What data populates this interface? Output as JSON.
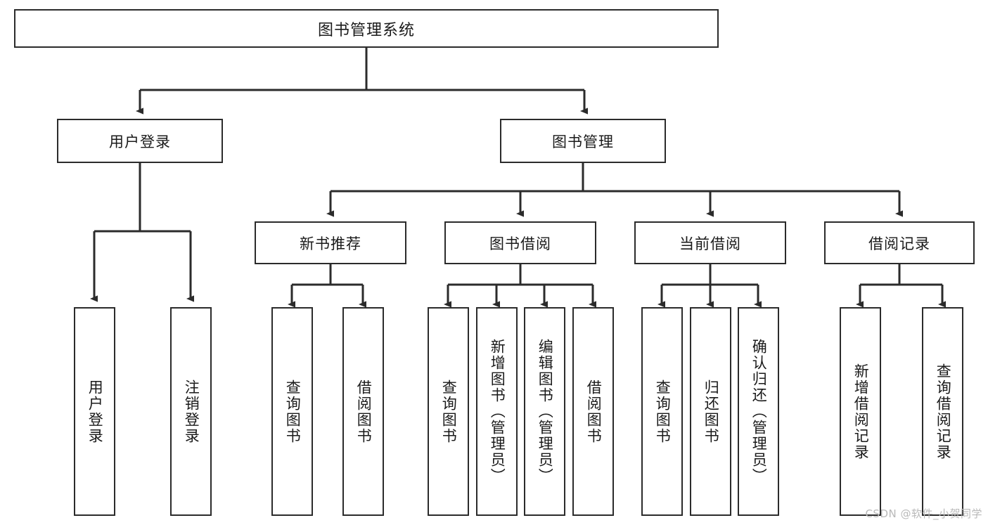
{
  "diagram": {
    "type": "tree-hierarchy-flowchart",
    "title": "图书管理系统",
    "orientation": "top-down",
    "watermark": "CSDN @软件_小贺同学",
    "colors": {
      "node_border": "#2b2b2b",
      "node_fill": "#ffffff",
      "connector": "#2b2b2b",
      "text": "#1a1a1a",
      "watermark": "#b9b9b9",
      "background": "#ffffff"
    },
    "nodes": {
      "root": {
        "label": "图书管理系统",
        "level": 1
      },
      "l2": [
        {
          "id": "user-login",
          "label": "用户登录",
          "level": 2
        },
        {
          "id": "book-management",
          "label": "图书管理",
          "level": 2
        }
      ],
      "l3": [
        {
          "id": "new-book-recommend",
          "label": "新书推荐",
          "level": 3,
          "parent": "book-management"
        },
        {
          "id": "book-borrow",
          "label": "图书借阅",
          "level": 3,
          "parent": "book-management"
        },
        {
          "id": "current-borrow",
          "label": "当前借阅",
          "level": 3,
          "parent": "book-management"
        },
        {
          "id": "borrow-record",
          "label": "借阅记录",
          "level": 3,
          "parent": "book-management"
        }
      ],
      "leaves": [
        {
          "id": "leaf-user-login",
          "label": "用户登录",
          "parent": "user-login"
        },
        {
          "id": "leaf-user-logout",
          "label": "注销登录",
          "parent": "user-login"
        },
        {
          "id": "leaf-query-book-1",
          "label": "查询图书",
          "parent": "new-book-recommend"
        },
        {
          "id": "leaf-borrow-book-1",
          "label": "借阅图书",
          "parent": "new-book-recommend"
        },
        {
          "id": "leaf-query-book-2",
          "label": "查询图书",
          "parent": "book-borrow"
        },
        {
          "id": "leaf-add-book",
          "label": "新增图书（管理员）",
          "parent": "book-borrow"
        },
        {
          "id": "leaf-edit-book",
          "label": "编辑图书（管理员）",
          "parent": "book-borrow"
        },
        {
          "id": "leaf-borrow-book-2",
          "label": "借阅图书",
          "parent": "book-borrow"
        },
        {
          "id": "leaf-query-book-3",
          "label": "查询图书",
          "parent": "current-borrow"
        },
        {
          "id": "leaf-return-book",
          "label": "归还图书",
          "parent": "current-borrow"
        },
        {
          "id": "leaf-confirm-return",
          "label": "确认归还（管理员）",
          "parent": "current-borrow"
        },
        {
          "id": "leaf-add-record",
          "label": "新增借阅记录",
          "parent": "borrow-record"
        },
        {
          "id": "leaf-query-record",
          "label": "查询借阅记录",
          "parent": "borrow-record"
        }
      ]
    }
  }
}
